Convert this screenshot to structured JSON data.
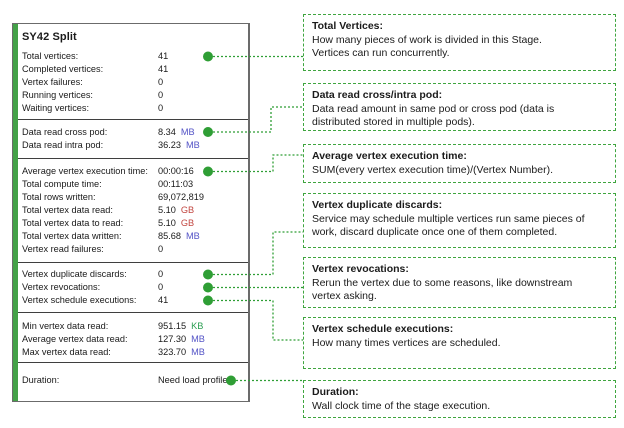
{
  "colors": {
    "green": "#2f9e35",
    "green_border": "#3fa53f",
    "strip": "#44a148",
    "unit_mb": "#5353c6",
    "unit_gb": "#c24640",
    "unit_kb": "#2c9e52"
  },
  "panel": {
    "title": "SY42 Split",
    "sections": [
      {
        "rows": [
          {
            "label": "Total vertices:",
            "value": "41",
            "unit": "",
            "unit_color": ""
          },
          {
            "label": "Completed vertices:",
            "value": "41",
            "unit": "",
            "unit_color": ""
          },
          {
            "label": "Vertex failures:",
            "value": "0",
            "unit": "",
            "unit_color": ""
          },
          {
            "label": "Running vertices:",
            "value": "0",
            "unit": "",
            "unit_color": ""
          },
          {
            "label": "Waiting vertices:",
            "value": "0",
            "unit": "",
            "unit_color": ""
          }
        ]
      },
      {
        "rows": [
          {
            "label": "Data read cross pod:",
            "value": "8.34",
            "unit": "MB",
            "unit_color": "#5353c6"
          },
          {
            "label": "Data read intra pod:",
            "value": "36.23",
            "unit": "MB",
            "unit_color": "#5353c6"
          }
        ]
      },
      {
        "rows": [
          {
            "label": "Average vertex execution time:",
            "value": "00:00:16",
            "unit": "",
            "unit_color": ""
          },
          {
            "label": "Total compute time:",
            "value": "00:11:03",
            "unit": "",
            "unit_color": ""
          },
          {
            "label": "Total rows written:",
            "value": "69,072,819",
            "unit": "",
            "unit_color": ""
          },
          {
            "label": "Total vertex data read:",
            "value": "5.10",
            "unit": "GB",
            "unit_color": "#c24640"
          },
          {
            "label": "Total vertex data to read:",
            "value": "5.10",
            "unit": "GB",
            "unit_color": "#c24640"
          },
          {
            "label": "Total vertex data written:",
            "value": "85.68",
            "unit": "MB",
            "unit_color": "#5353c6"
          },
          {
            "label": "Vertex read failures:",
            "value": "0",
            "unit": "",
            "unit_color": ""
          }
        ]
      },
      {
        "rows": [
          {
            "label": "Vertex duplicate discards:",
            "value": "0",
            "unit": "",
            "unit_color": ""
          },
          {
            "label": "Vertex revocations:",
            "value": "0",
            "unit": "",
            "unit_color": ""
          },
          {
            "label": "Vertex schedule executions:",
            "value": "41",
            "unit": "",
            "unit_color": ""
          }
        ]
      },
      {
        "rows": [
          {
            "label": "Min vertex data read:",
            "value": "951.15",
            "unit": "KB",
            "unit_color": "#2c9e52"
          },
          {
            "label": "Average vertex data read:",
            "value": "127.30",
            "unit": "MB",
            "unit_color": "#5353c6"
          },
          {
            "label": "Max vertex data read:",
            "value": "323.70",
            "unit": "MB",
            "unit_color": "#5353c6"
          }
        ]
      },
      {
        "rows": [
          {
            "label": "Duration:",
            "value": "Need load profile",
            "unit": "",
            "unit_color": ""
          }
        ]
      }
    ]
  },
  "callouts": [
    {
      "title": "Total Vertices:",
      "lines": [
        "How many pieces of work is divided in this Stage.",
        "Vertices can run concurrently."
      ]
    },
    {
      "title": "Data read cross/intra pod:",
      "lines": [
        "Data read amount in same pod or cross pod (data is",
        "distributed stored in multiple pods)."
      ]
    },
    {
      "title": "Average vertex execution time:",
      "lines": [
        "SUM(every vertex execution time)/(Vertex Number)."
      ]
    },
    {
      "title": "Vertex duplicate discards:",
      "lines": [
        "Service may schedule multiple vertices run same pieces of",
        "work, discard duplicate once one of them completed."
      ]
    },
    {
      "title": "Vertex revocations:",
      "lines": [
        "Rerun the vertex due to some reasons, like downstream",
        "vertex asking."
      ]
    },
    {
      "title": "Vertex schedule executions:",
      "lines": [
        "How many times vertices are scheduled."
      ]
    },
    {
      "title": "Duration:",
      "lines": [
        "Wall clock time of the stage execution."
      ]
    }
  ]
}
